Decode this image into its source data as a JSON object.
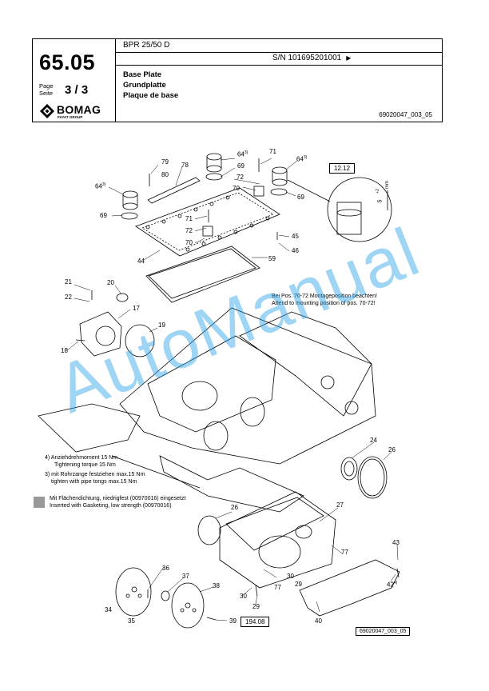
{
  "header": {
    "section_number": "65.05",
    "page_label_de_en": [
      "Page",
      "Seite"
    ],
    "page_number": "3",
    "page_total": "3",
    "page_sep": "/",
    "model": "BPR 25/50 D",
    "serial": "S/N 101695201001",
    "title_en": "Base Plate",
    "title_de": "Grundplatte",
    "title_fr": "Plaque de base",
    "drawing_number": "69020047_003_05",
    "logo_text": "BOMAG",
    "logo_sub": "FAYAT GROUP"
  },
  "callouts": {
    "c79": "79",
    "c80": "80",
    "c78": "78",
    "c64a": "64",
    "c64a_sup": "3)",
    "c71a": "71",
    "c64b": "64",
    "c64b_sup": "3)",
    "c64c": "64",
    "c64c_sup": "3)",
    "c69a": "69",
    "c69b": "69",
    "c72a": "72",
    "c70a": "70",
    "c69c": "69",
    "c71b": "71",
    "c72b": "72",
    "c70b": "70",
    "c45": "45",
    "c46": "46",
    "c44": "44",
    "c59": "59",
    "c21": "21",
    "c20": "20",
    "c22": "22",
    "c17": "17",
    "c19": "19",
    "c18": "18",
    "c24": "24",
    "c26a": "26",
    "c26b": "26",
    "c27": "27",
    "c77a": "77",
    "c77b": "77",
    "c43": "43",
    "c42": "42",
    "c42_sup": "4)",
    "c36": "36",
    "c37": "37",
    "c38": "38",
    "c34": "34",
    "c35": "35",
    "c39": "39",
    "c30a": "30",
    "c30b": "30",
    "c29a": "29",
    "c29b": "29",
    "c40": "40",
    "mm": "mm",
    "dim5": "5",
    "dim_sup": "+2"
  },
  "refs": {
    "detail_ref": "12.12",
    "ref_194": "194.08",
    "footer_drawing": "69020047_003_05"
  },
  "notes": {
    "mount_de": "Bei Pos. 70-72 Montageposition beachten!",
    "mount_en": "Attend to mounting position of pos. 70-72!",
    "torque_de": "4)  Anziehdrehmoment 15 Nm",
    "torque_en": "Tightening torque 15 Nm",
    "pipe_de": "3) mit Rohrzange festziehen max.15 Nm",
    "pipe_en": "tighten with pipe tongs max.15 Nm",
    "seal_de": "Mit Flächendichtung, niedrigfest (00970016) eingesetzt",
    "seal_en": "Inserted with Gasketing, low strength (00970016)"
  },
  "watermark": "AutoManual",
  "colors": {
    "watermark": "#28a0e6",
    "legend_swatch": "#999999"
  }
}
